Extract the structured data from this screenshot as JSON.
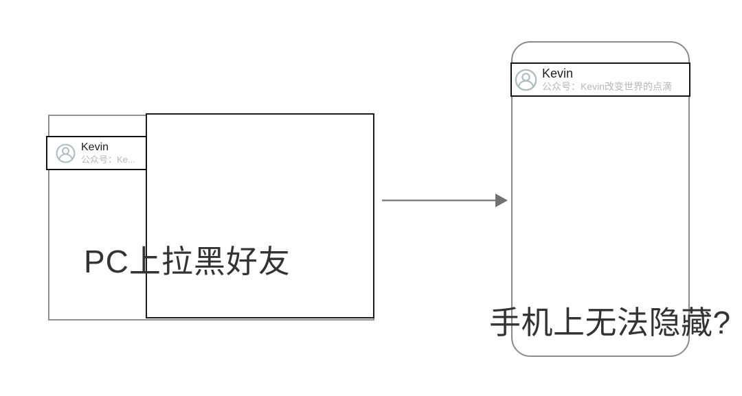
{
  "pc_panel": {
    "contact_card": {
      "name": "Kevin",
      "subtitle": "公众号：Ke...",
      "avatar_icon": "person-circle-icon"
    },
    "caption": "PC上拉黑好友"
  },
  "arrow": {
    "direction": "right",
    "color": "#828282"
  },
  "phone_panel": {
    "contact_card": {
      "name": "Kevin",
      "subtitle": "公众号：Kevin改变世界的点滴",
      "avatar_icon": "person-circle-icon"
    },
    "caption": "手机上无法隐藏?"
  },
  "colors": {
    "background": "#ffffff",
    "text_primary": "#1f1f1f",
    "text_secondary": "#b7b7b7",
    "caption_text": "#333333",
    "avatar_stroke": "#aebdc0",
    "pc_panel_border": "#8f8f8f",
    "window_border": "#1c1c1c",
    "card_border": "#121212",
    "phone_border": "#8a8a8a"
  }
}
